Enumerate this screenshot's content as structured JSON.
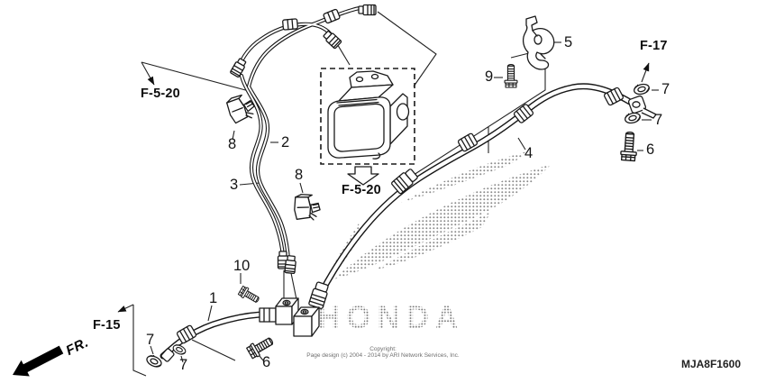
{
  "diagram": {
    "part_code": "MJA8F1600",
    "watermark_text": "HONDA",
    "direction_indicator": "FR.",
    "copyright_line1": "Copyright:",
    "copyright_line2": "Page design (c) 2004 - 2014 by ARI Network Services, Inc.",
    "reference_labels": {
      "abs_module_left": "F-5-20",
      "abs_module_bottom": "F-5-20",
      "front_ref": "F-15",
      "rear_ref": "F-17"
    },
    "callouts": {
      "1": "1",
      "2": "2",
      "3": "3",
      "4": "4",
      "5": "5",
      "6": "6",
      "7": "7",
      "8": "8",
      "9": "9",
      "10": "10"
    }
  }
}
